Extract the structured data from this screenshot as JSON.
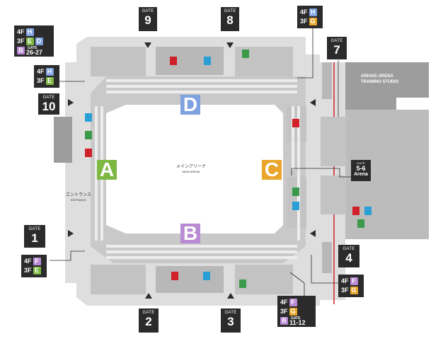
{
  "venue": {
    "main_arena_jp": "メインアリーナ",
    "main_arena_en": "MAIN ARENA",
    "training_studio_line1": "ARIAKE ARENA",
    "training_studio_line2": "TRAINING STUDIO",
    "entrance_jp": "エントランス",
    "entrance_en": "ENTRANCE"
  },
  "zones": [
    {
      "letter": "A",
      "color": "#7db843"
    },
    {
      "letter": "B",
      "color": "#b98ad3"
    },
    {
      "letter": "C",
      "color": "#e9a62a"
    },
    {
      "letter": "D",
      "color": "#7fa1e0"
    }
  ],
  "gate_label": "GATE",
  "gates": [
    "1",
    "2",
    "3",
    "4",
    "7",
    "8",
    "9",
    "10"
  ],
  "gate_56": {
    "label": "GATE",
    "number": "5-6",
    "sub": "Arena"
  },
  "floor_signs": {
    "top_left": {
      "l1_floor": "4F",
      "l1_zone": "H",
      "l2_floor": "3F",
      "l2_zone_a": "E",
      "l2_zone_b": "D",
      "l3_zone": "B",
      "l3_label": "GATE",
      "l3_num": "26-27"
    },
    "left_upper": {
      "l1_floor": "4F",
      "l1_zone": "H",
      "l2_floor": "3F",
      "l2_zone": "E"
    },
    "top_right": {
      "l1_floor": "4F",
      "l1_zone": "H",
      "l2_floor": "3F",
      "l2_zone": "G"
    },
    "left_lower": {
      "l1_floor": "4F",
      "l1_zone": "F",
      "l2_floor": "3F",
      "l2_zone": "E"
    },
    "right_lower": {
      "l1_floor": "4F",
      "l1_zone": "F",
      "l2_floor": "3F",
      "l2_zone": "G"
    },
    "bottom_right": {
      "l1_floor": "4F",
      "l1_zone": "F",
      "l2_floor": "3F",
      "l2_zone": "G",
      "l3_zone": "B",
      "l3_label": "GATE",
      "l3_num": "11-12"
    }
  },
  "colors": {
    "concourse": "#dedede",
    "rooms": "#b8b8b8",
    "arena": "#ffffff",
    "seats": "#cdcdcd",
    "dark": "#2b2b2b",
    "boundary": "#d0202a",
    "restroom_red": "#d0202a",
    "restroom_blue": "#2a9fd6",
    "green_sign": "#3a9a4a"
  }
}
